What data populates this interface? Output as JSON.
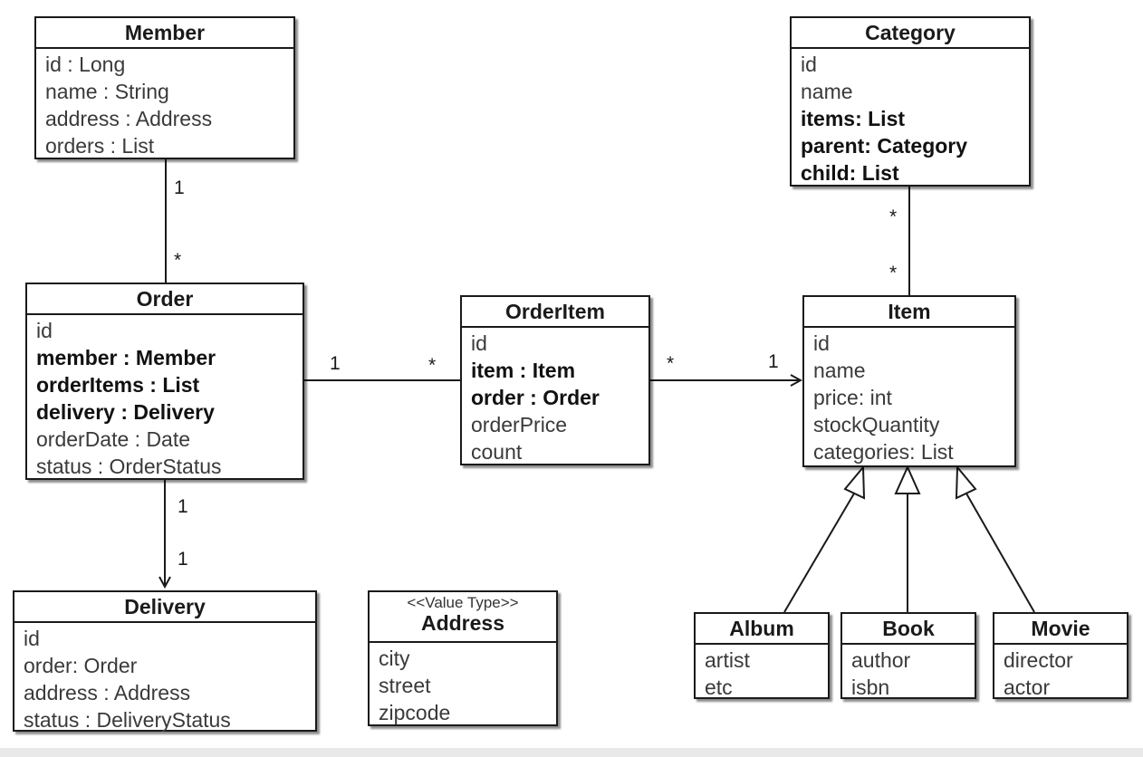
{
  "boxes": {
    "member": {
      "title": "Member",
      "attrs": [
        "id : Long",
        "name : String",
        "address : Address",
        "orders : List"
      ]
    },
    "category": {
      "title": "Category",
      "attrs": [
        "id",
        "name",
        "items: List",
        "parent: Category",
        "child: List"
      ]
    },
    "order": {
      "title": "Order",
      "attrs": [
        "id",
        "member : Member",
        "orderItems : List",
        "delivery : Delivery",
        "orderDate : Date",
        "status : OrderStatus"
      ]
    },
    "orderitem": {
      "title": "OrderItem",
      "attrs": [
        "id",
        "item : Item",
        "order : Order",
        "orderPrice",
        "count"
      ]
    },
    "item": {
      "title": "Item",
      "attrs": [
        "id",
        "name",
        "price: int",
        "stockQuantity",
        "categories: List"
      ]
    },
    "delivery": {
      "title": "Delivery",
      "attrs": [
        "id",
        "order: Order",
        "address : Address",
        "status : DeliveryStatus"
      ]
    },
    "address": {
      "stereotype": "<<Value Type>>",
      "title": "Address",
      "attrs": [
        "city",
        "street",
        "zipcode"
      ]
    },
    "album": {
      "title": "Album",
      "attrs": [
        "artist",
        "etc"
      ]
    },
    "book": {
      "title": "Book",
      "attrs": [
        "author",
        "isbn"
      ]
    },
    "movie": {
      "title": "Movie",
      "attrs": [
        "director",
        "actor"
      ]
    }
  },
  "multiplicities": {
    "member_order_top": "1",
    "member_order_bottom": "*",
    "order_orderitem_left": "1",
    "order_orderitem_right": "*",
    "orderitem_item_left": "*",
    "orderitem_item_right": "1",
    "category_item_top": "*",
    "category_item_bottom": "*",
    "order_delivery_top": "1",
    "order_delivery_bottom": "1"
  },
  "colors": {
    "line": "#1a1a1a",
    "shadow": "#555555"
  }
}
